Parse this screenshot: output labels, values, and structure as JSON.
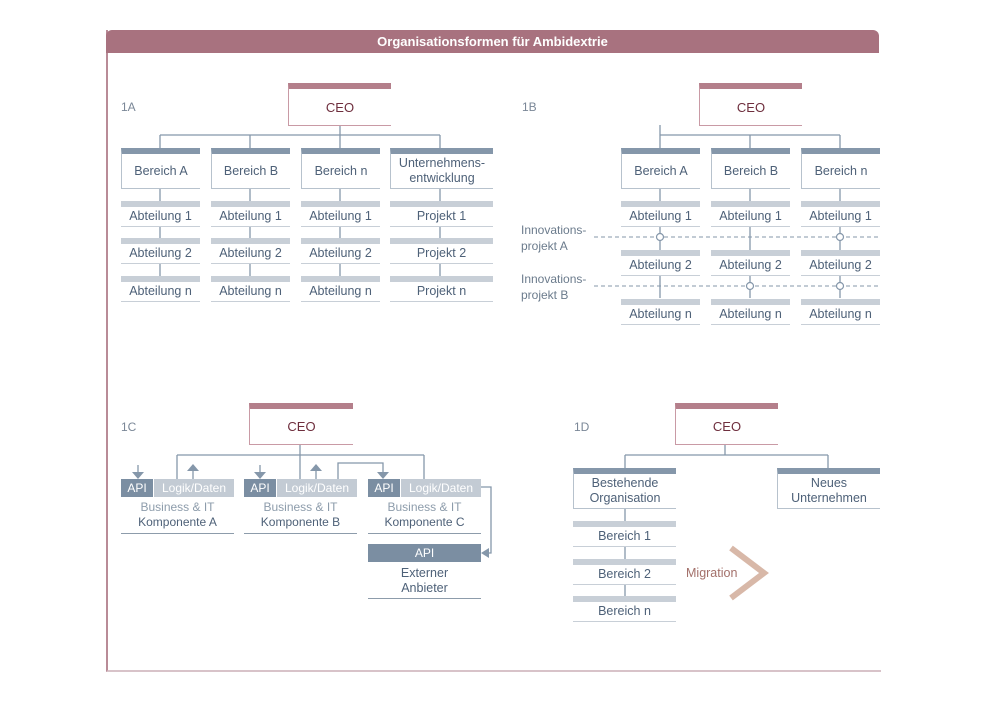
{
  "title": "Organisationsformen für Ambidextrie",
  "quadrants": {
    "q1a": {
      "label": "1A",
      "ceo": "CEO",
      "columns": [
        {
          "header": "Bereich A",
          "items": [
            "Abteilung 1",
            "Abteilung 2",
            "Abteilung n"
          ]
        },
        {
          "header": "Bereich B",
          "items": [
            "Abteilung 1",
            "Abteilung 2",
            "Abteilung n"
          ]
        },
        {
          "header": "Bereich n",
          "items": [
            "Abteilung 1",
            "Abteilung 2",
            "Abteilung n"
          ]
        },
        {
          "header_line1": "Unternehmens-",
          "header_line2": "entwicklung",
          "items": [
            "Projekt 1",
            "Projekt 2",
            "Projekt n"
          ]
        }
      ]
    },
    "q1b": {
      "label": "1B",
      "ceo": "CEO",
      "columns": [
        {
          "header": "Bereich A",
          "items": [
            "Abteilung 1",
            "Abteilung 2",
            "Abteilung n"
          ]
        },
        {
          "header": "Bereich B",
          "items": [
            "Abteilung 1",
            "Abteilung 2",
            "Abteilung n"
          ]
        },
        {
          "header": "Bereich n",
          "items": [
            "Abteilung 1",
            "Abteilung 2",
            "Abteilung n"
          ]
        }
      ],
      "projects": [
        {
          "line1": "Innovations-",
          "line2": "projekt A"
        },
        {
          "line1": "Innovations-",
          "line2": "projekt B"
        }
      ]
    },
    "q1c": {
      "label": "1C",
      "ceo": "CEO",
      "components": [
        {
          "api": "API",
          "logik": "Logik/Daten",
          "line1": "Business & IT",
          "line2": "Komponente A"
        },
        {
          "api": "API",
          "logik": "Logik/Daten",
          "line1": "Business & IT",
          "line2": "Komponente B"
        },
        {
          "api": "API",
          "logik": "Logik/Daten",
          "line1": "Business & IT",
          "line2": "Komponente C"
        }
      ],
      "external": {
        "api": "API",
        "line1": "Externer",
        "line2": "Anbieter"
      }
    },
    "q1d": {
      "label": "1D",
      "ceo": "CEO",
      "existing": {
        "line1": "Bestehende",
        "line2": "Organisation",
        "items": [
          "Bereich 1",
          "Bereich 2",
          "Bereich n"
        ]
      },
      "new": {
        "line1": "Neues",
        "line2": "Unternehmen"
      },
      "migration": "Migration"
    }
  },
  "colors": {
    "title_bar": "#a8727f",
    "ceo_accent": "#b47f8b",
    "header_accent": "#8597aa",
    "sub_accent": "#c8cfd7",
    "connector": "#8597aa",
    "migration_arrow": "#d8b8a8"
  }
}
